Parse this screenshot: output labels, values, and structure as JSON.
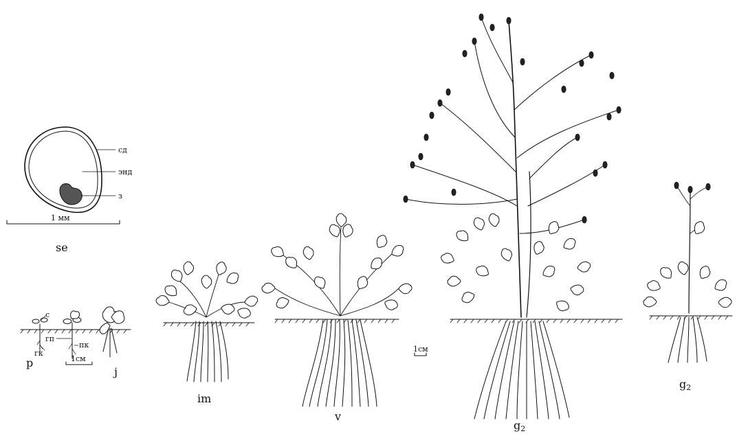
{
  "seed": {
    "label_seed_coat": "сд",
    "label_endosperm": "энд",
    "label_embryo": "з",
    "scale": "1 мм",
    "stage": "se"
  },
  "seedlings": {
    "label_c": "с",
    "label_gp": "гп",
    "label_gk": "гк",
    "label_pk": "пк",
    "scale": "1см",
    "stage_p": "p",
    "stage_j": "j"
  },
  "immature": {
    "stage": "im"
  },
  "virginile": {
    "stage": "v"
  },
  "middle_scale": "1см",
  "generative_main": {
    "stage": "g",
    "stage_sub": "2"
  },
  "generative_small": {
    "stage": "g",
    "stage_sub": "2"
  }
}
